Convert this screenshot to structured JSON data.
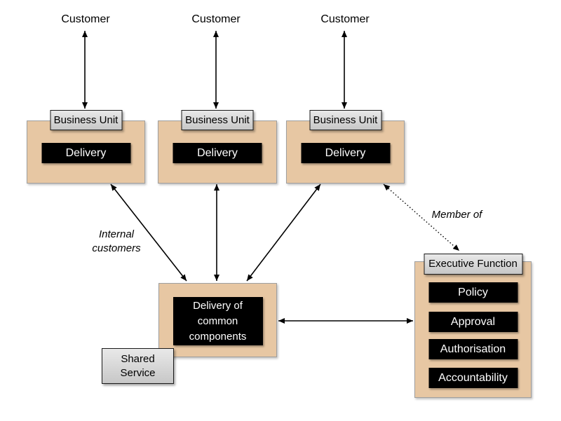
{
  "colors": {
    "tan": "#e7c7a3",
    "tan_border": "#9f9f9f",
    "label_fill_top": "#e9e9e9",
    "label_fill_bottom": "#c7c7c7",
    "label_border": "#1a1a1a",
    "black_box": "#000000",
    "arrow": "#000000"
  },
  "customers": [
    {
      "label": "Customer"
    },
    {
      "label": "Customer"
    },
    {
      "label": "Customer"
    }
  ],
  "business_units": [
    {
      "title": "Business Unit",
      "delivery_label": "Delivery"
    },
    {
      "title": "Business Unit",
      "delivery_label": "Delivery"
    },
    {
      "title": "Business Unit",
      "delivery_label": "Delivery"
    }
  ],
  "shared_service": {
    "delivery_label": "Delivery of common components",
    "tag_label": "Shared Service"
  },
  "executive_function": {
    "title": "Executive Function",
    "items": [
      {
        "label": "Policy"
      },
      {
        "label": "Approval"
      },
      {
        "label": "Authorisation"
      },
      {
        "label": "Accountability"
      }
    ]
  },
  "annotations": {
    "internal_customers": "Internal customers",
    "member_of": "Member of"
  }
}
